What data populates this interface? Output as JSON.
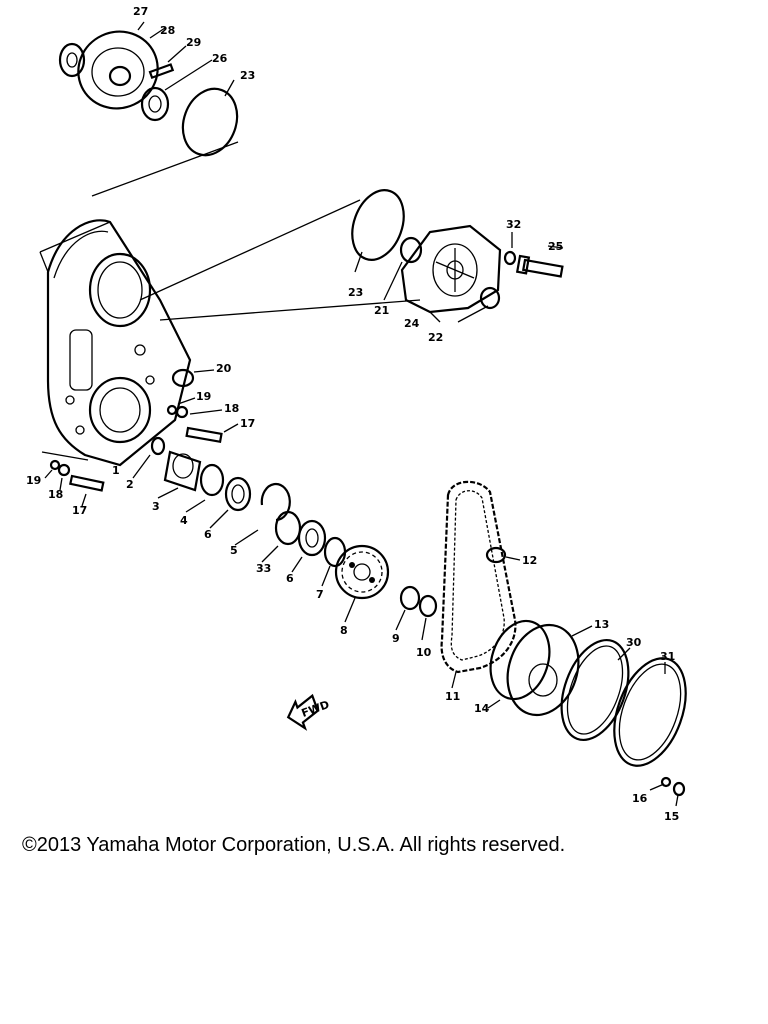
{
  "diagram": {
    "labels": {
      "p27": "27",
      "p28": "28",
      "p29": "29",
      "p26a": "26",
      "p23a": "23",
      "p23b": "23",
      "p32": "32",
      "p25": "25",
      "p21": "21",
      "p24": "24",
      "p22": "22",
      "p20": "20",
      "p19a": "19",
      "p18a": "18",
      "p17a": "17",
      "p19b": "19",
      "p18b": "18",
      "p17b": "17",
      "p1": "1",
      "p2": "2",
      "p3": "3",
      "p4": "4",
      "p6a": "6",
      "p5": "5",
      "p33": "33",
      "p6b": "6",
      "p7": "7",
      "p8": "8",
      "p9": "9",
      "p10": "10",
      "p11": "11",
      "p12": "12",
      "p13": "13",
      "p14": "14",
      "p30": "30",
      "p31": "31",
      "p16": "16",
      "p15": "15"
    },
    "direction_marker": "FWD"
  },
  "footer": {
    "copyright": "©2013 Yamaha Motor Corporation, U.S.A. All rights reserved."
  }
}
